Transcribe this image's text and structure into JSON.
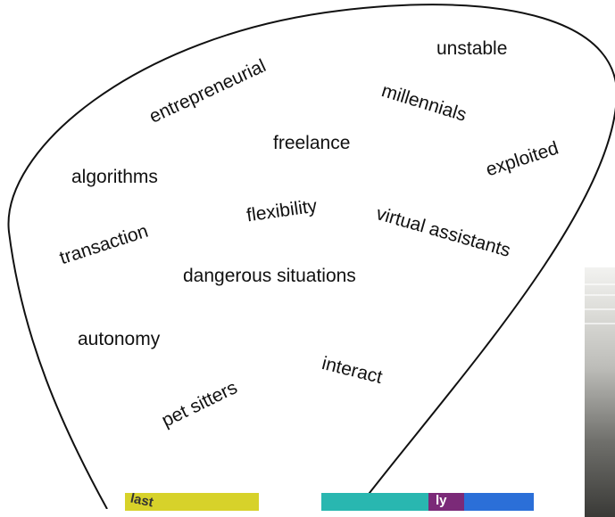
{
  "words": {
    "unstable": "unstable",
    "entrepreneurial": "entrepreneurial",
    "millennials": "millennials",
    "freelance": "freelance",
    "exploited": "exploited",
    "algorithms": "algorithms",
    "flexibility": "flexibility",
    "virtual_assistants": "virtual assistants",
    "transaction": "transaction",
    "dangerous_situations": "dangerous situations",
    "autonomy": "autonomy",
    "interact": "interact",
    "pet_sitters": "pet sitters"
  },
  "bottom_fragments": {
    "left": "last",
    "right": "ly"
  },
  "colors": {
    "ink": "#111111",
    "background": "#ffffff",
    "yellow": "#d7d22a",
    "purple": "#7b2a78",
    "teal": "#29b7b0",
    "blue": "#2b6fd8"
  }
}
